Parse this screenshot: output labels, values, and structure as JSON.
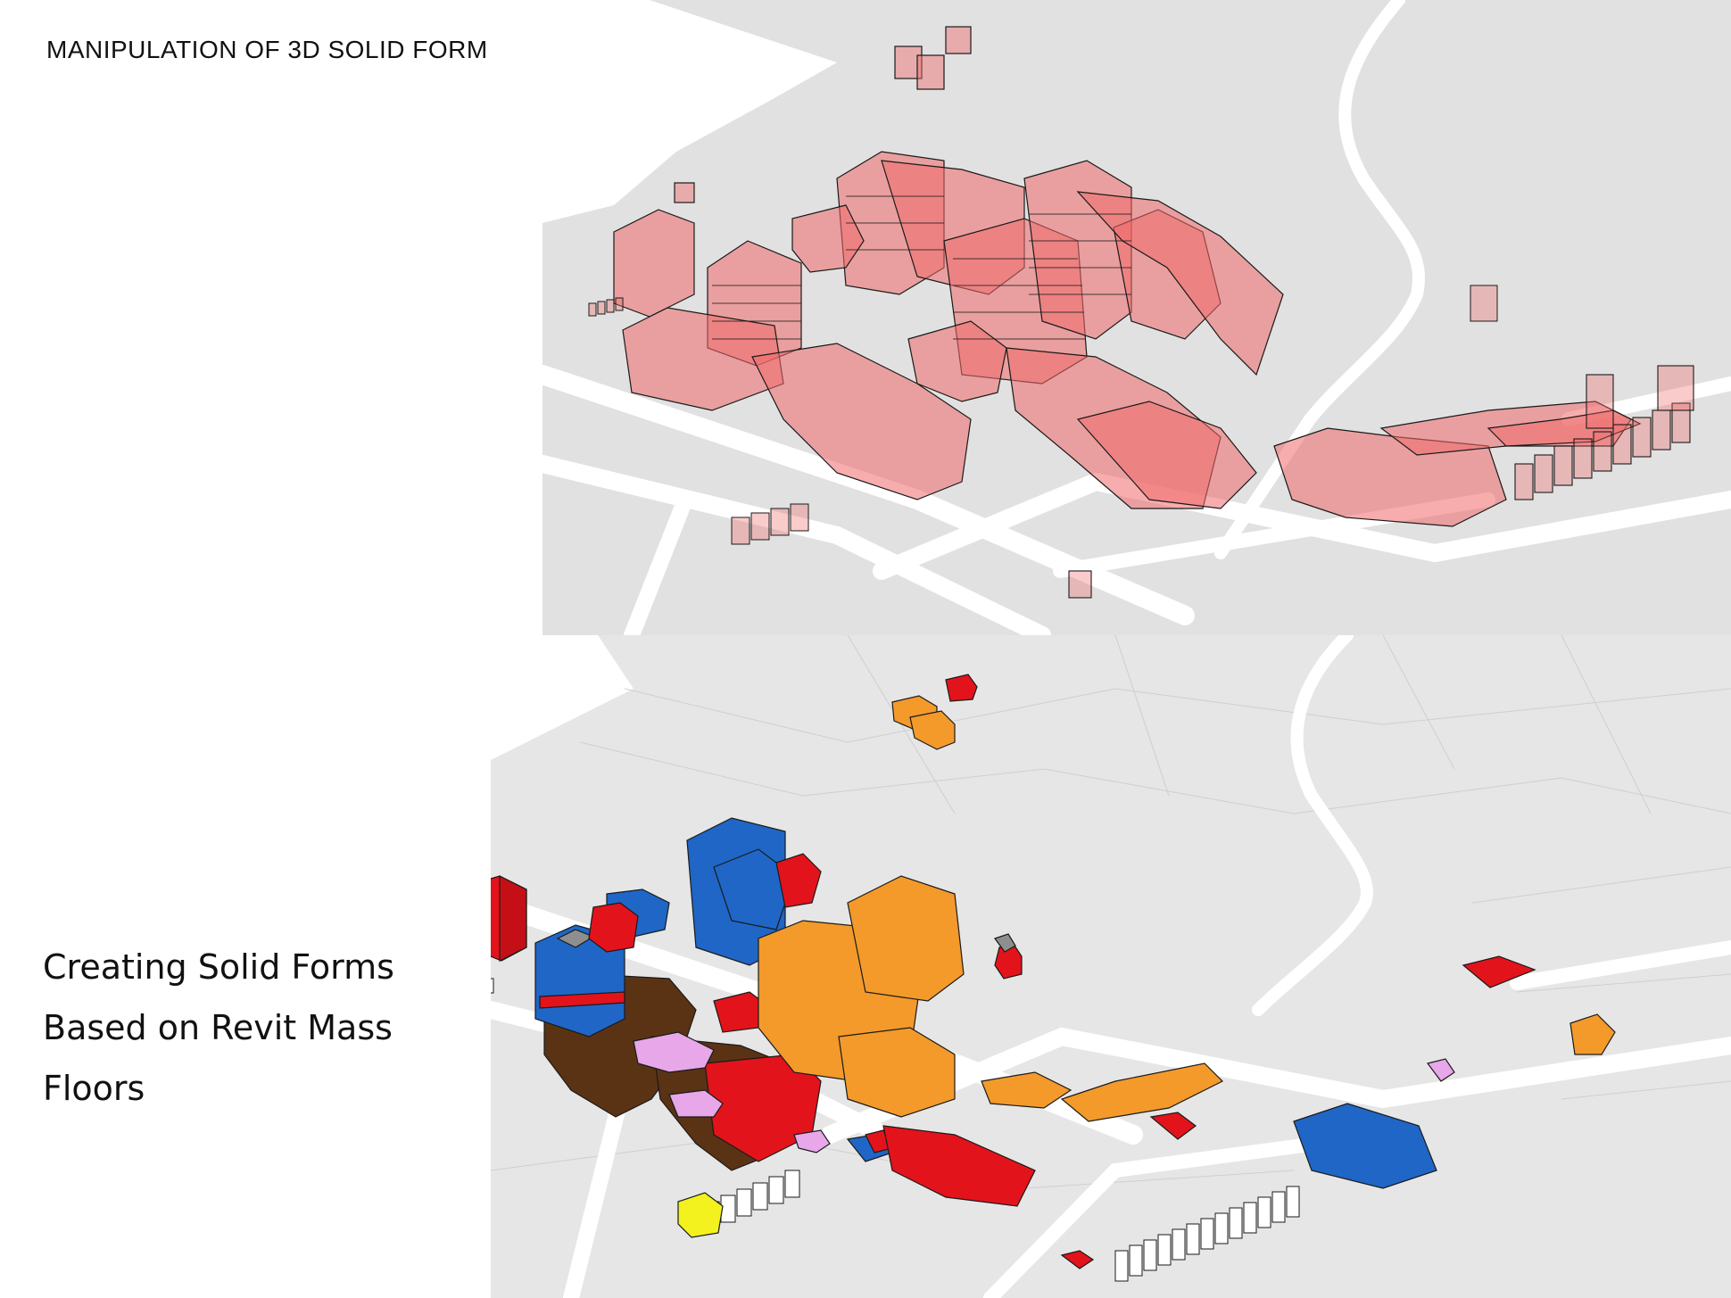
{
  "slide": {
    "title": "MANIPULATION OF 3D SOLID FORM",
    "caption_lines": [
      "Creating Solid Forms",
      "Based on Revit Mass",
      "Floors"
    ]
  },
  "colors": {
    "site_ground": "#e1e1e1",
    "road": "#ffffff",
    "transparent_mass": "#f06a6a",
    "mass_outline": "#1a1a1a",
    "blue": "#1f66c7",
    "orange": "#f39a2b",
    "red": "#e3131b",
    "brown": "#5a3315",
    "pink": "#e7a7e8",
    "gray": "#8e8e8e",
    "yellow": "#f3f21e",
    "white": "#ffffff"
  }
}
